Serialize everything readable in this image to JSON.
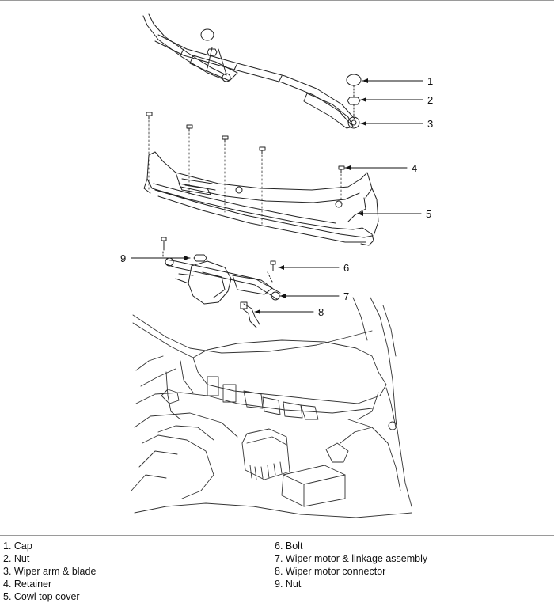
{
  "callouts": [
    {
      "num": "1",
      "label": "Cap"
    },
    {
      "num": "2",
      "label": "Nut"
    },
    {
      "num": "3",
      "label": "Wiper arm & blade"
    },
    {
      "num": "4",
      "label": "Retainer"
    },
    {
      "num": "5",
      "label": "Cowl top cover"
    },
    {
      "num": "6",
      "label": "Bolt"
    },
    {
      "num": "7",
      "label": "Wiper motor & linkage assembly"
    },
    {
      "num": "8",
      "label": "Wiper motor connector"
    },
    {
      "num": "9",
      "label": "Nut"
    }
  ],
  "legend_left": [
    "1. Cap",
    "2. Nut",
    "3. Wiper arm & blade",
    "4. Retainer",
    "5. Cowl top cover"
  ],
  "legend_right": [
    "6. Bolt",
    "7. Wiper motor & linkage assembly",
    "8. Wiper motor connector",
    "9. Nut"
  ]
}
